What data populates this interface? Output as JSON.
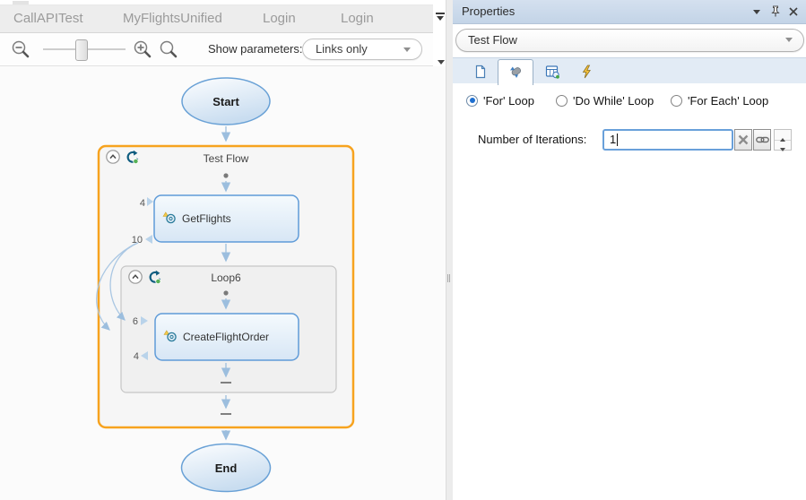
{
  "doc_tabs": {
    "items": [
      {
        "label": "CallAPITest"
      },
      {
        "label": "MyFlightsUnified"
      },
      {
        "label": "Login"
      },
      {
        "label": "Login"
      }
    ]
  },
  "canvas_toolbar": {
    "show_parameters_label": "Show parameters:",
    "show_parameters_value": "Links only"
  },
  "flow": {
    "start_label": "Start",
    "end_label": "End",
    "test_flow_label": "Test Flow",
    "loop_label": "Loop6",
    "get_flights_label": "GetFlights",
    "create_flight_order_label": "CreateFlightOrder",
    "ports": {
      "get_flights_in": "4",
      "get_flights_out": "10",
      "create_flight_order_in": "6",
      "create_flight_order_out": "4"
    }
  },
  "properties_panel": {
    "title": "Properties",
    "target_selector": "Test Flow",
    "loop_types": [
      {
        "label": "'For' Loop",
        "selected": true
      },
      {
        "label": "'Do While' Loop",
        "selected": false
      },
      {
        "label": "'For Each' Loop",
        "selected": false
      }
    ],
    "iterations_label": "Number of Iterations:",
    "iterations_value": "1"
  },
  "colors": {
    "selection_orange": "#f7a31f",
    "node_border_blue": "#5f9bd8",
    "link_blue": "#a9c6e1",
    "panel_header_blue": "#cbdaea"
  }
}
